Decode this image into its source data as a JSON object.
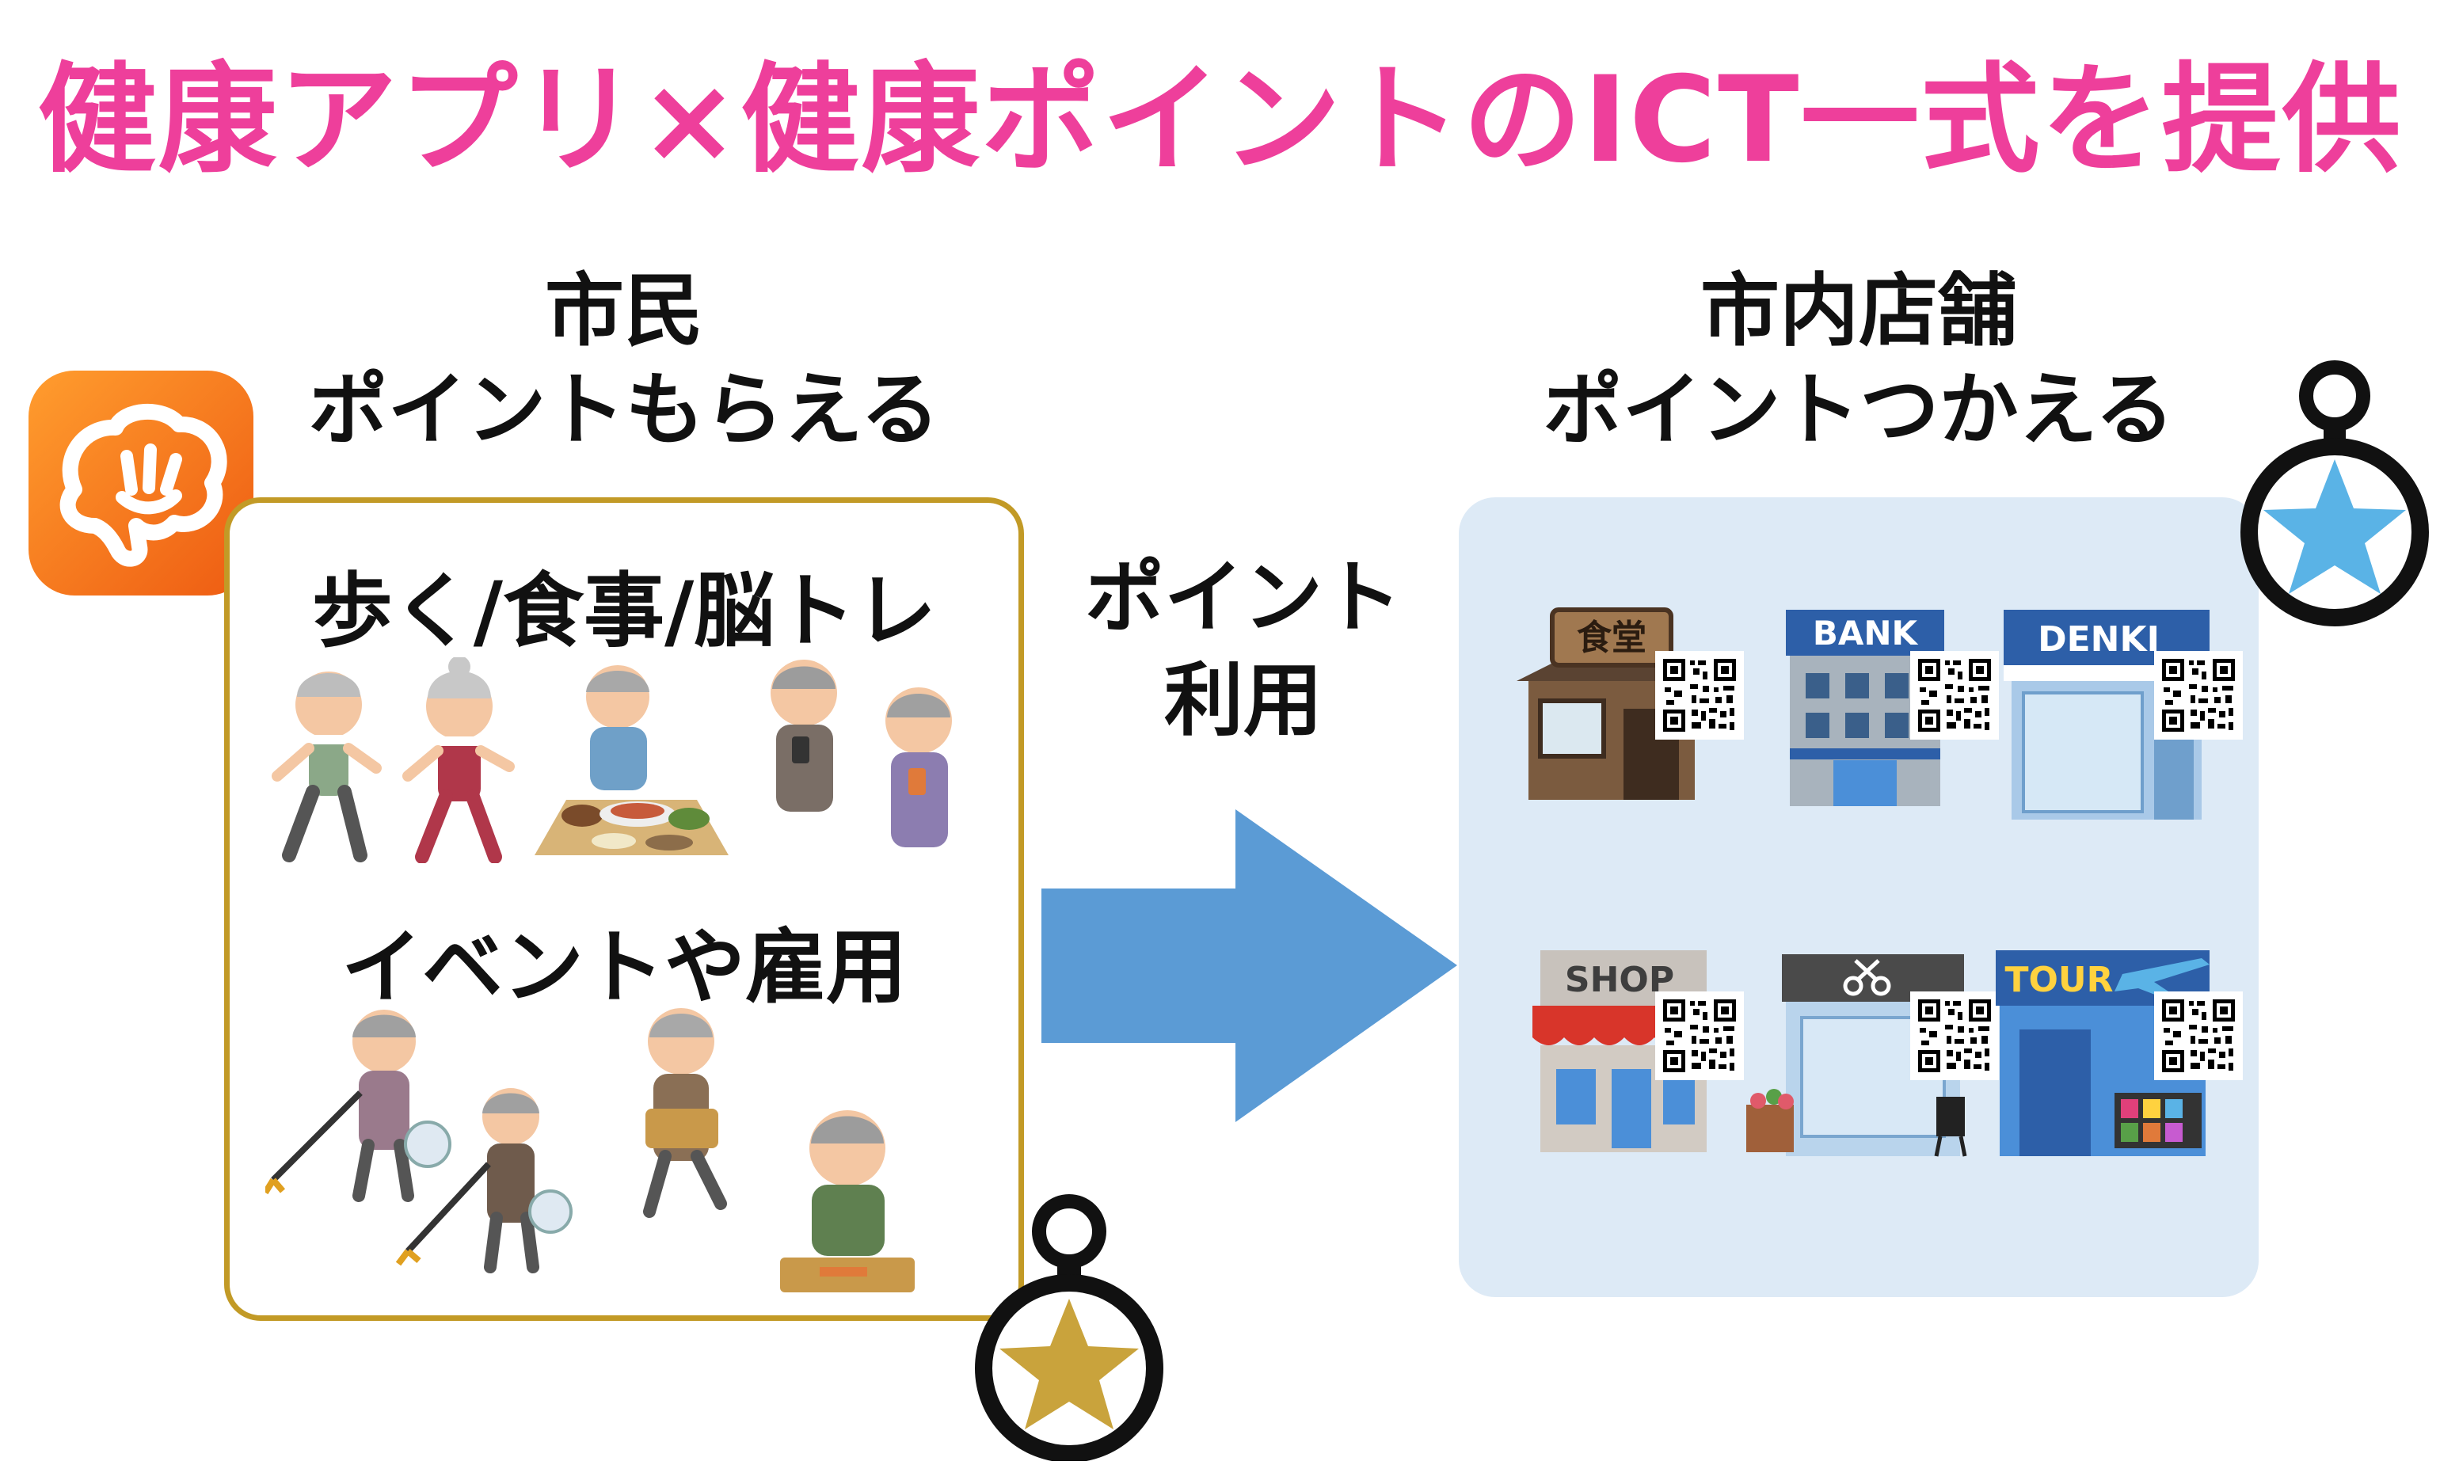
{
  "title": "健康アプリ×健康ポイントのICT一式を提供",
  "left": {
    "heading_line1": "市民",
    "heading_line2": "ポイントもらえる",
    "label_activities": "歩く/食事/脳トレ",
    "label_events": "イベントや雇用"
  },
  "middle": {
    "line1": "ポイント",
    "line2": "利用"
  },
  "right": {
    "heading_line1": "市内店舗",
    "heading_line2": "ポイントつかえる",
    "stores": [
      {
        "sign": "食堂"
      },
      {
        "sign": "BANK"
      },
      {
        "sign": "DENKI"
      },
      {
        "sign": "SHOP"
      },
      {
        "sign": ""
      },
      {
        "sign": "TOUR"
      }
    ]
  },
  "icons": {
    "app": "brain-app-icon",
    "gold_medal": "gold-star-medal-icon",
    "blue_medal": "blue-star-medal-icon",
    "arrow": "right-arrow-icon",
    "qr": "qr-code-icon",
    "scissors": "scissors-icon",
    "airplane": "airplane-icon"
  },
  "colors": {
    "title": "#ee3f9b",
    "box_border": "#c29a26",
    "arrow": "#5b9bd5",
    "store_panel": "#ddeaf6",
    "app_orange": "#f07a18",
    "gold_star": "#c9a33c",
    "blue_star": "#5ab3e6"
  }
}
